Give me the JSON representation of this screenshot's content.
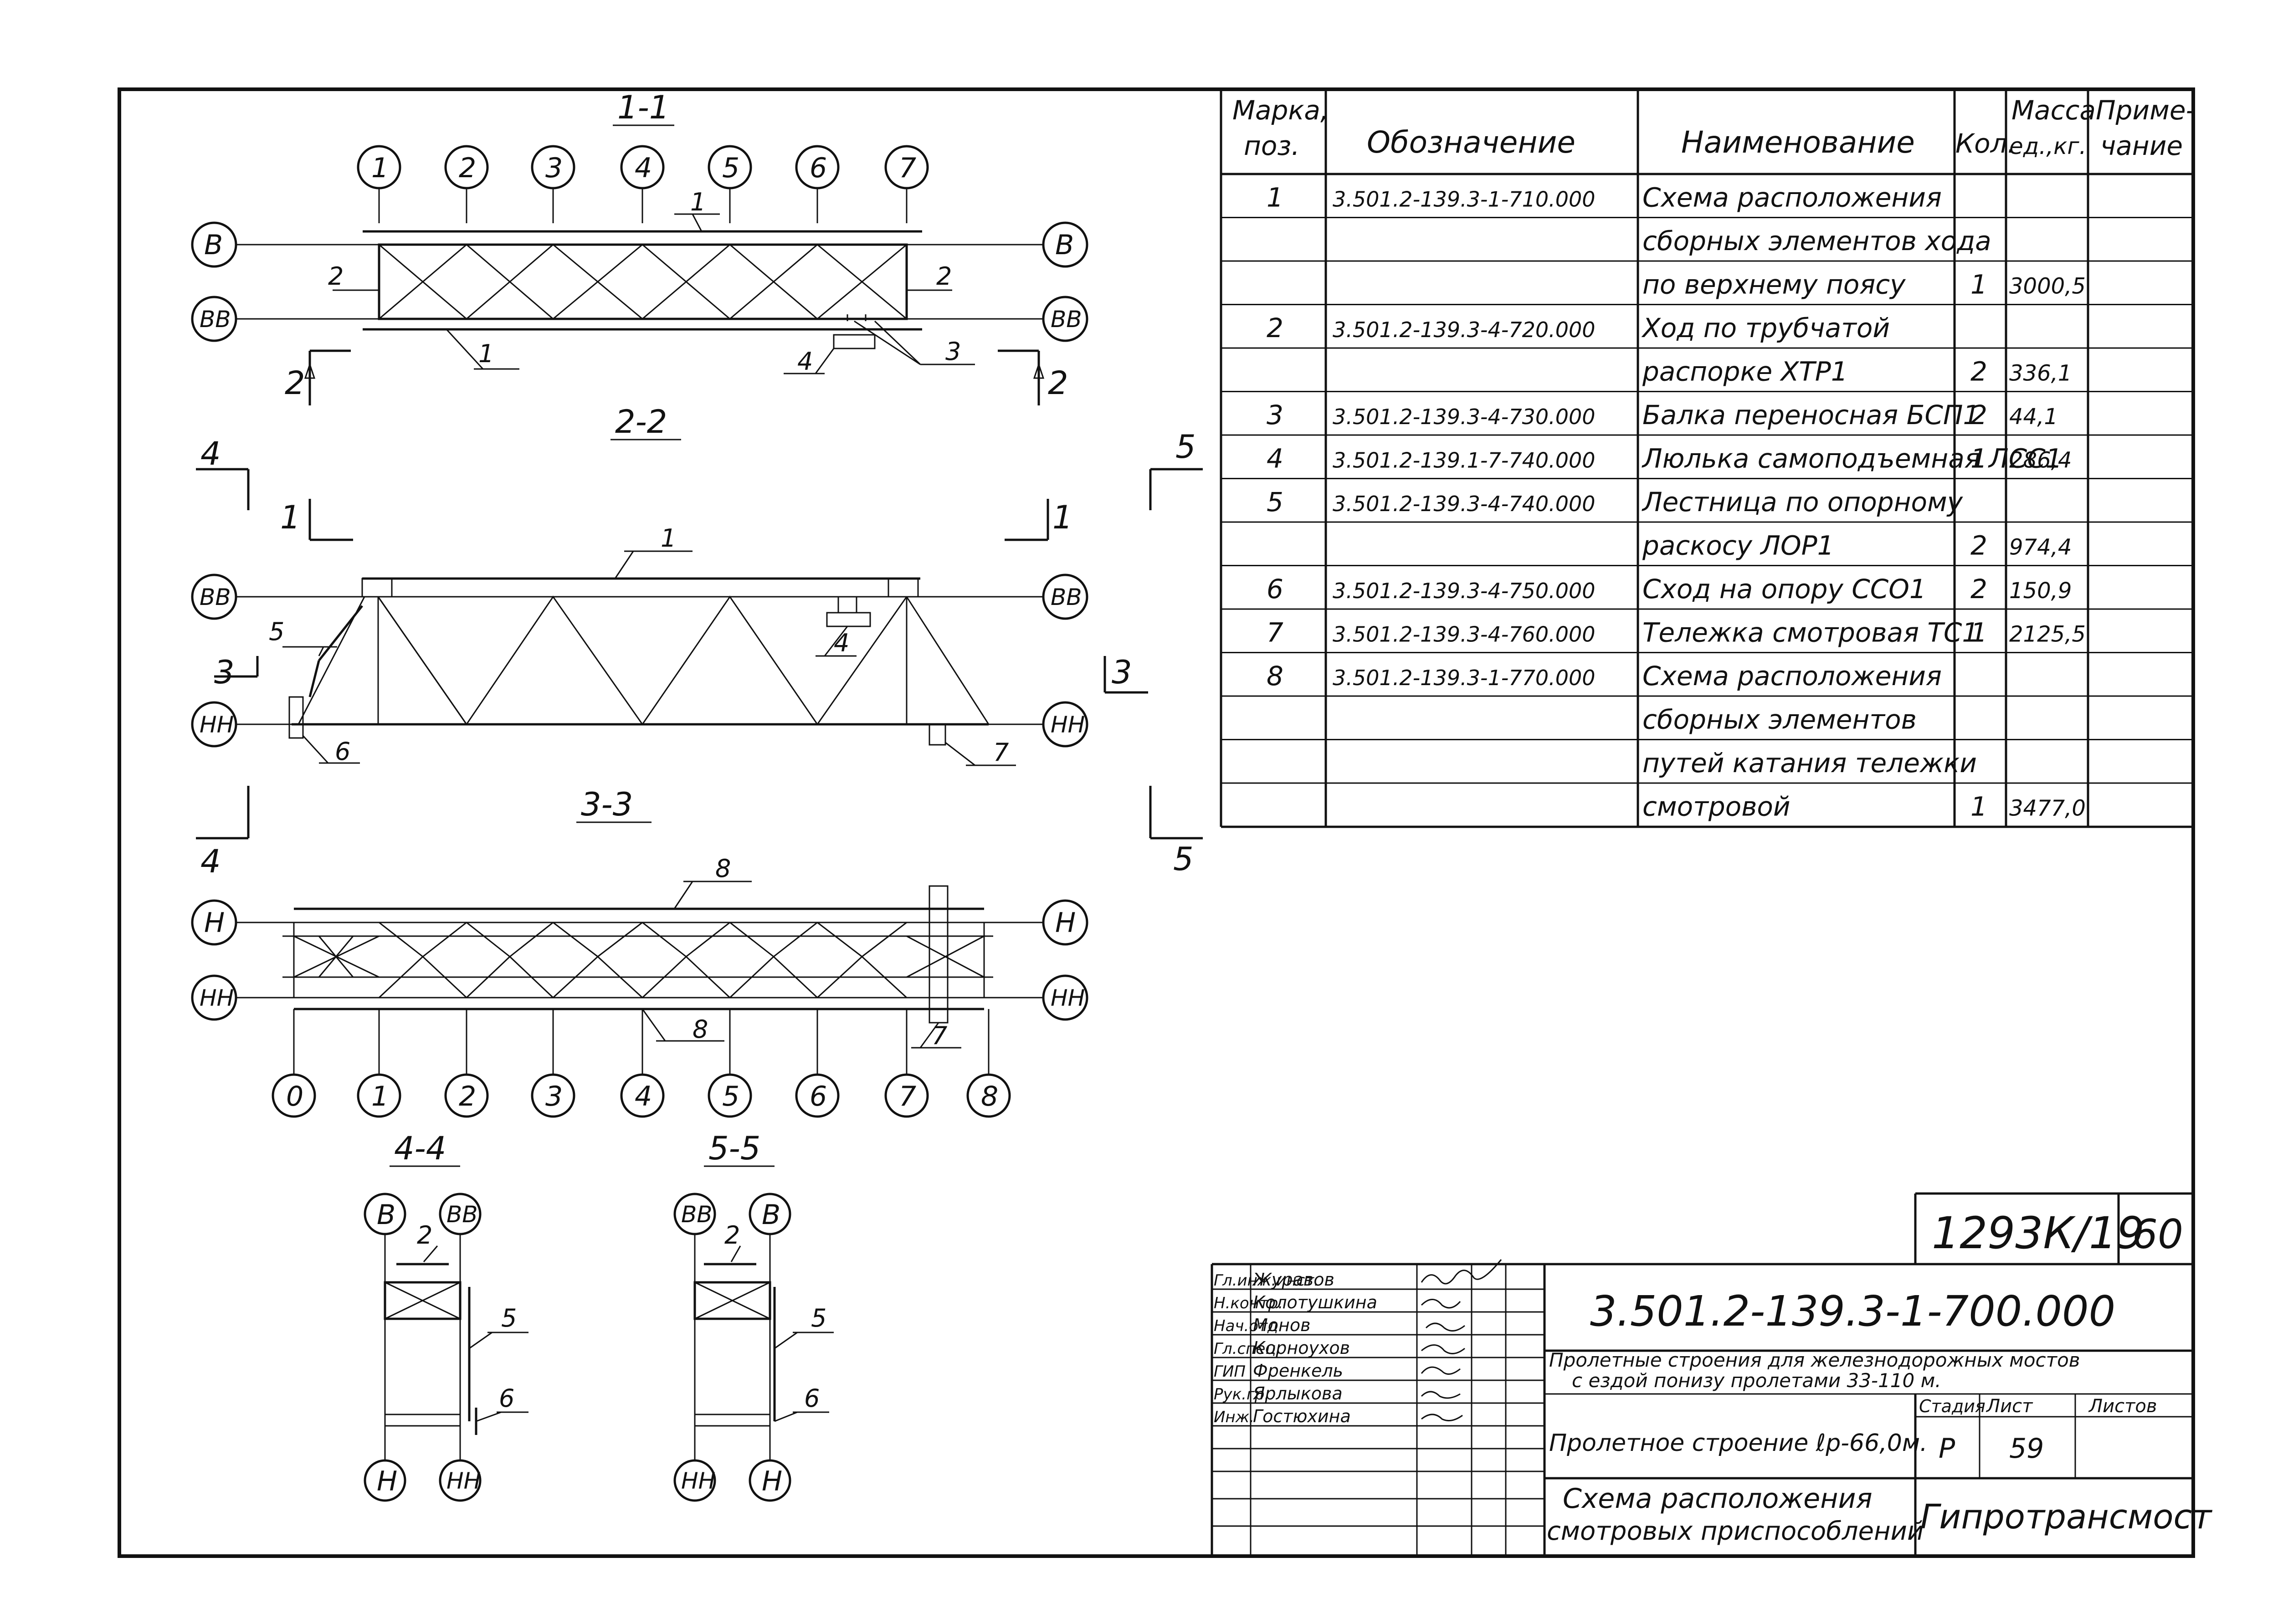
{
  "section_titles": {
    "s11": "1-1",
    "s22": "2-2",
    "s33": "3-3",
    "s44": "4-4",
    "s55": "5-5"
  },
  "axes": {
    "plan_top": [
      "1",
      "2",
      "3",
      "4",
      "5",
      "6",
      "7"
    ],
    "plan_bottom": [
      "0",
      "1",
      "2",
      "3",
      "4",
      "5",
      "6",
      "7",
      "8"
    ],
    "row_v": "В",
    "row_vv": "ВВ",
    "row_nn": "НН",
    "row_n": "Н"
  },
  "section_marks": {
    "m1": "1",
    "m2": "2",
    "m3": "3",
    "m4": "4",
    "m5": "5"
  },
  "pos_labels": {
    "p1": "1",
    "p2": "2",
    "p3": "3",
    "p4": "4",
    "p5": "5",
    "p6": "6",
    "p7": "7",
    "p8": "8"
  },
  "spec_table": {
    "headers": {
      "mark": "Марка,",
      "mark2": "поз.",
      "designation": "Обозначение",
      "name": "Наименование",
      "qty": "Кол.",
      "mass": "Масса",
      "mass2": "ед.,кг.",
      "note": "Приме-",
      "note2": "чание"
    },
    "rows": [
      {
        "mark": "1",
        "designation": "3.501.2-139.3-1-710.000",
        "name": "Схема расположения",
        "qty": "",
        "mass": ""
      },
      {
        "mark": "",
        "designation": "",
        "name": "сборных элементов хода",
        "qty": "",
        "mass": ""
      },
      {
        "mark": "",
        "designation": "",
        "name": "по верхнему поясу",
        "qty": "1",
        "mass": "3000,5"
      },
      {
        "mark": "2",
        "designation": "3.501.2-139.3-4-720.000",
        "name": "Ход по трубчатой",
        "qty": "",
        "mass": ""
      },
      {
        "mark": "",
        "designation": "",
        "name": "распорке ХТР1",
        "qty": "2",
        "mass": "336,1"
      },
      {
        "mark": "3",
        "designation": "3.501.2-139.3-4-730.000",
        "name": "Балка переносная БСП1",
        "qty": "2",
        "mass": "44,1"
      },
      {
        "mark": "4",
        "designation": "3.501.2-139.1-7-740.000",
        "name": "Люлька самоподъемная ЛСС1",
        "qty": "1",
        "mass": "286,4"
      },
      {
        "mark": "5",
        "designation": "3.501.2-139.3-4-740.000",
        "name": "Лестница по опорному",
        "qty": "",
        "mass": ""
      },
      {
        "mark": "",
        "designation": "",
        "name": "раскосу ЛОР1",
        "qty": "2",
        "mass": "974,4"
      },
      {
        "mark": "6",
        "designation": "3.501.2-139.3-4-750.000",
        "name": "Сход на опору ССО1",
        "qty": "2",
        "mass": "150,9"
      },
      {
        "mark": "7",
        "designation": "3.501.2-139.3-4-760.000",
        "name": "Тележка смотровая ТС1",
        "qty": "1",
        "mass": "2125,5"
      },
      {
        "mark": "8",
        "designation": "3.501.2-139.3-1-770.000",
        "name": "Схема расположения",
        "qty": "",
        "mass": ""
      },
      {
        "mark": "",
        "designation": "",
        "name": "сборных элементов",
        "qty": "",
        "mass": ""
      },
      {
        "mark": "",
        "designation": "",
        "name": "путей катания тележки",
        "qty": "",
        "mass": ""
      },
      {
        "mark": "",
        "designation": "",
        "name": "смотровой",
        "qty": "1",
        "mass": "3477,0"
      }
    ]
  },
  "stamp": {
    "archive_no": "1293К/19",
    "sheet_total_box": "60",
    "doc_code": "3.501.2-139.3-1-700.000",
    "project_title_1": "Пролетные строения для железнодорожных мостов",
    "project_title_2": "с ездой понизу пролетами 33-110 м.",
    "part_title": "Пролетное строение ℓр-66,0м.",
    "drawing_title_1": "Схема расположения",
    "drawing_title_2": "смотровых приспособлений",
    "org": "Гипротрансмост",
    "stage_label": "Стадия",
    "sheet_label": "Лист",
    "sheets_label": "Листов",
    "stage": "Р",
    "sheet": "59",
    "sheets": "",
    "people": [
      {
        "role": "Гл.инж.инст.",
        "name": "Журавов"
      },
      {
        "role": "Н.контр.",
        "name": "Колотушкина"
      },
      {
        "role": "Нач.отд.",
        "name": "Монов"
      },
      {
        "role": "Гл.спец.",
        "name": "Корноухов"
      },
      {
        "role": "ГИП",
        "name": "Френкель"
      },
      {
        "role": "Рук.гр.",
        "name": "Ярлыкова"
      },
      {
        "role": "Инж.",
        "name": "Гостюхина"
      }
    ]
  }
}
